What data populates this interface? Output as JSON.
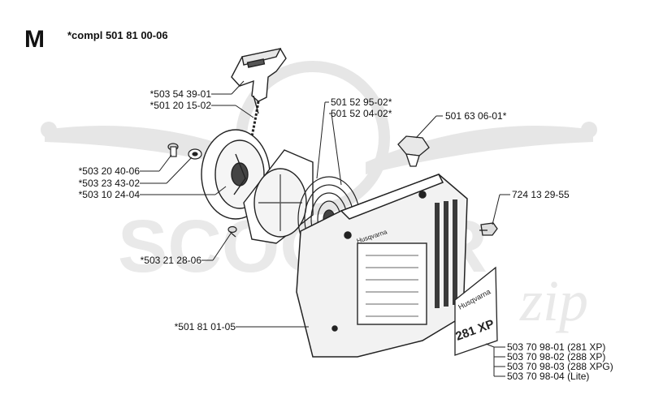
{
  "header": {
    "section_letter": "M",
    "assembly_number": "*compl 501 81 00-06"
  },
  "watermark": {
    "brand_text": "SCOOTER",
    "script_text": "zip",
    "color": "#e6e6e6"
  },
  "decal": {
    "brand": "Husqvarna",
    "model": "281 XP"
  },
  "cover_brand": "Husqvarna",
  "part_labels": {
    "handle": "*503 54 39-01",
    "rope": "*501 20 15-02",
    "screw": "*503 20 40-06",
    "washer": "*503 23 43-02",
    "pulley": "*503 10 24-04",
    "spring_screw": "*503 21 28-06",
    "cover": "*501 81 01-05",
    "spring_a": "501 52 95-02*",
    "spring_b": "501 52 04-02*",
    "pin": "501 63 06-01*",
    "bolt": "724 13 29-55",
    "decal_281xp": "503 70 98-01 (281 XP)",
    "decal_288xp": "503 70 98-02 (288 XP)",
    "decal_288xpg": "503 70 98-03 (288 XPG)",
    "decal_lite": "503 70 98-04 (Lite)"
  },
  "colors": {
    "line": "#222222",
    "cover_fill": "#f2f2f2",
    "dark": "#3a3a3a"
  }
}
